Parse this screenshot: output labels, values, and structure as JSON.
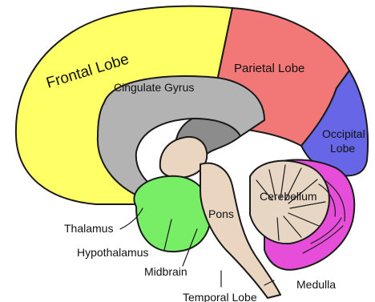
{
  "diagram": {
    "labels": {
      "frontal_lobe": "Frontal Lobe",
      "parietal_lobe": "Parietal Lobe",
      "occipital_lobe_line1": "Occipital",
      "occipital_lobe_line2": "Lobe",
      "cingulate_gyrus": "Cingulate Gyrus",
      "cerebellum": "Cerebellum",
      "pons": "Pons",
      "thalamus": "Thalamus",
      "hypothalamus": "Hypothalamus",
      "midbrain": "Midbrain",
      "temporal_lobe": "Temporal Lobe",
      "medulla": "Medulla"
    },
    "colors": {
      "frontal": "#ffff66",
      "parietal": "#f27878",
      "occipital": "#6666e6",
      "cingulate": "#b3b3b3",
      "inner_gray": "#8c8c8c",
      "brainstem": "#ead5c1",
      "temporal": "#77ee66",
      "cerebellum_outer": "#e64ed9",
      "cerebellum_inner": "#e8d6c4"
    }
  }
}
